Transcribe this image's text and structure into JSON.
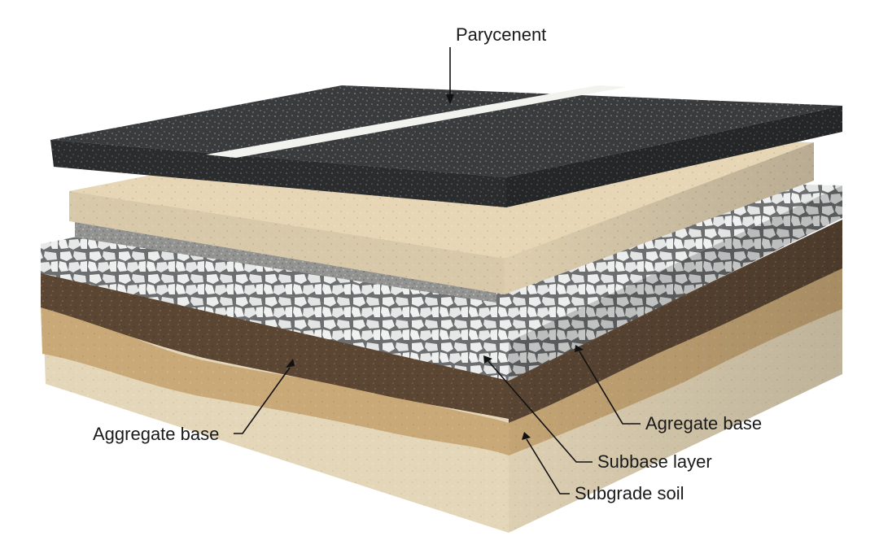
{
  "colors": {
    "asphalt": "#3a3b3d",
    "asphalt_side": "#2a2b2d",
    "stripe": "#f2f2ee",
    "sand_layer": "#e6d6b6",
    "sand_layer_side": "#d8c49e",
    "gray_gravel": "#a8a8a6",
    "white_rock": "#e9ebea",
    "rock_joint": "#6d6e70",
    "dark_soil": "#5b4634",
    "tan_soil": "#c9a978",
    "light_soil": "#e4d6b8"
  },
  "labels": {
    "top": "Parycenent",
    "left": "Aggregate base",
    "right_1": "Agregate base",
    "right_2": "Subbase layer",
    "right_3": "Subgrade soil"
  }
}
